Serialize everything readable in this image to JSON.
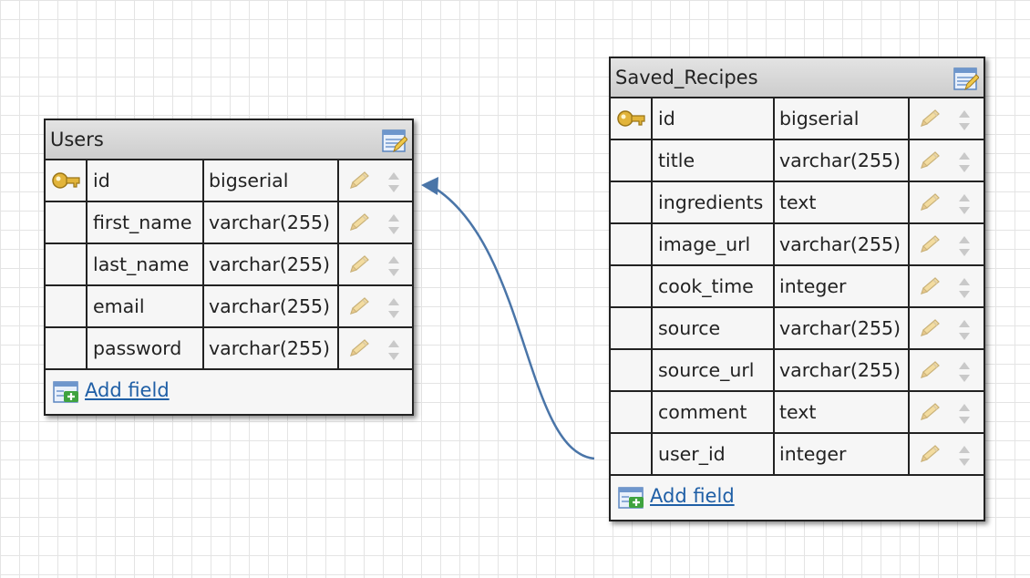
{
  "tables": [
    {
      "title": "Users",
      "fields": [
        {
          "name": "id",
          "type": "bigserial",
          "primary_key": true
        },
        {
          "name": "first_name",
          "type": "varchar(255)",
          "primary_key": false
        },
        {
          "name": "last_name",
          "type": "varchar(255)",
          "primary_key": false
        },
        {
          "name": "email",
          "type": "varchar(255)",
          "primary_key": false
        },
        {
          "name": "password",
          "type": "varchar(255)",
          "primary_key": false
        }
      ],
      "add_field_label": "Add field"
    },
    {
      "title": "Saved_Recipes",
      "fields": [
        {
          "name": "id",
          "type": "bigserial",
          "primary_key": true
        },
        {
          "name": "title",
          "type": "varchar(255)",
          "primary_key": false
        },
        {
          "name": "ingredients",
          "type": "text",
          "primary_key": false
        },
        {
          "name": "image_url",
          "type": "varchar(255)",
          "primary_key": false
        },
        {
          "name": "cook_time",
          "type": "integer",
          "primary_key": false
        },
        {
          "name": "source",
          "type": "varchar(255)",
          "primary_key": false
        },
        {
          "name": "source_url",
          "type": "varchar(255)",
          "primary_key": false
        },
        {
          "name": "comment",
          "type": "text",
          "primary_key": false
        },
        {
          "name": "user_id",
          "type": "integer",
          "primary_key": false
        }
      ],
      "add_field_label": "Add field"
    }
  ],
  "relation": {
    "from": "Saved_Recipes.user_id",
    "to": "Users.id"
  },
  "colors": {
    "relation_line": "#4a75a8",
    "link": "#1f5fa6",
    "key_icon": "#e2b43a"
  },
  "icons": {
    "key": "key-icon",
    "edit": "pencil-icon",
    "sort": "sort-arrows-icon",
    "table_edit": "edit-table-icon",
    "add": "add-field-icon"
  }
}
